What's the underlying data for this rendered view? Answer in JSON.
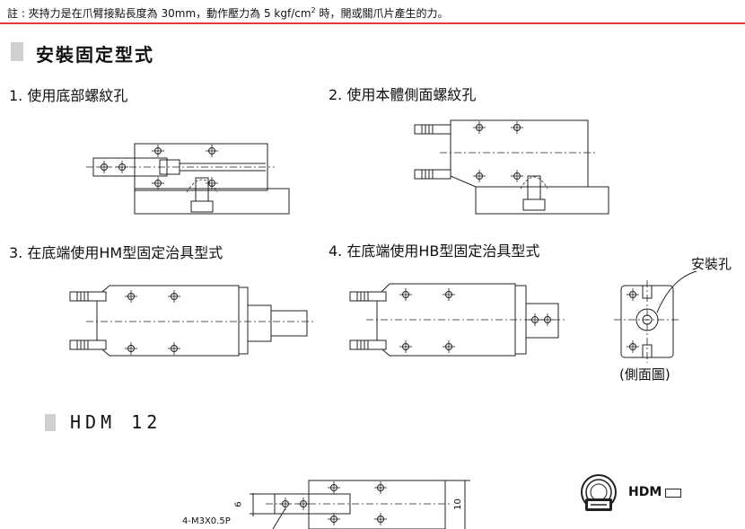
{
  "note": {
    "prefix": "註 : 夾持力是在爪臂接點長度為 30mm，動作壓力為 5 kgf/cm",
    "sup": "2",
    "suffix": " 時，開或關爪片產生的力。"
  },
  "section": {
    "title": "安裝固定型式"
  },
  "methods": [
    {
      "label": "1. 使用底部螺紋孔"
    },
    {
      "label": "2. 使用本體側面螺紋孔"
    },
    {
      "label": "3. 在底端使用HM型固定治具型式"
    },
    {
      "label": "4. 在底端使用HB型固定治具型式"
    }
  ],
  "side_view": {
    "callout": "安裝孔",
    "caption": "(側面圖)"
  },
  "model_section": {
    "title": "HDM 12"
  },
  "dimensions": {
    "d1": "6",
    "d2": "10",
    "thread": "4-M3X0.5P"
  },
  "logo": {
    "model": "HDM"
  },
  "colors": {
    "accent_red": "#e23b3b",
    "body_gray": "#e8e8e8",
    "base_gray": "#d0d0d0",
    "mark_gray": "#cfcfcf"
  }
}
